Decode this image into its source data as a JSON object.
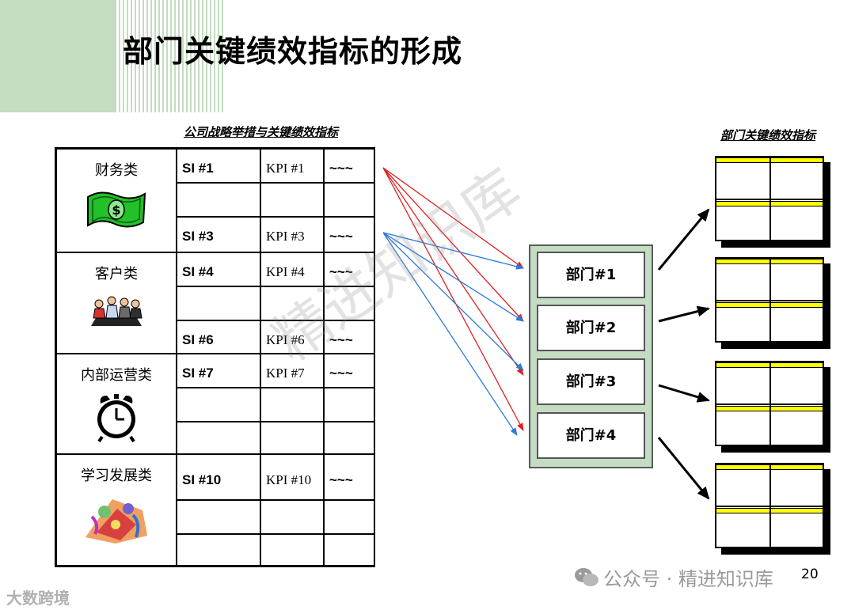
{
  "title": "部门关键绩效指标的形成",
  "left_caption": "公司战略举措与关键绩效指标",
  "right_caption": "部门关键绩效指标",
  "categories": [
    {
      "label": "财务类",
      "icon": "money-icon"
    },
    {
      "label": "客户类",
      "icon": "meeting-people-icon"
    },
    {
      "label": "内部运营类",
      "icon": "alarm-clock-icon"
    },
    {
      "label": "学习发展类",
      "icon": "celebration-icon"
    }
  ],
  "rows": [
    {
      "si": "SI #1",
      "kpi": "KPI #1",
      "extra": "~~~"
    },
    {
      "si": "",
      "kpi": "",
      "extra": ""
    },
    {
      "si": "SI #3",
      "kpi": "KPI #3",
      "extra": "~~~"
    },
    {
      "si": "SI #4",
      "kpi": "KPI #4",
      "extra": "~~~"
    },
    {
      "si": "",
      "kpi": "",
      "extra": ""
    },
    {
      "si": "SI #6",
      "kpi": "KPI #6",
      "extra": "~~~"
    },
    {
      "si": "SI #7",
      "kpi": "KPI #7",
      "extra": "~~~"
    },
    {
      "si": "",
      "kpi": "",
      "extra": ""
    },
    {
      "si": "",
      "kpi": "",
      "extra": ""
    },
    {
      "si": "SI #10",
      "kpi": "KPI #10",
      "extra": "~~~"
    },
    {
      "si": "",
      "kpi": "",
      "extra": ""
    },
    {
      "si": "",
      "kpi": "",
      "extra": ""
    }
  ],
  "departments": [
    "部门#1",
    "部门#2",
    "部门#3",
    "部门#4"
  ],
  "watermark": "精进知识库",
  "page_number": "20",
  "footer_right": "公众号 · 精进知识库",
  "footer_left": "大数跨境",
  "colors": {
    "green_accent": "#c4dcc2",
    "arrow_red": "#e02020",
    "arrow_blue": "#2a7ad8",
    "card_header": "#ffff00"
  }
}
